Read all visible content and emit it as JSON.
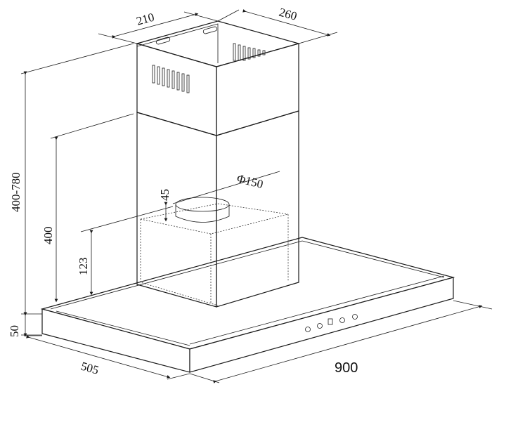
{
  "diagram": {
    "dimensions": {
      "chimney_width": "210",
      "chimney_depth": "260",
      "total_height": "400-780",
      "lower_height": "400",
      "duct_offset": "45",
      "duct_diameter": "Φ150",
      "motor_height": "123",
      "canopy_thickness": "50",
      "canopy_depth": "505",
      "canopy_width": "900"
    }
  }
}
